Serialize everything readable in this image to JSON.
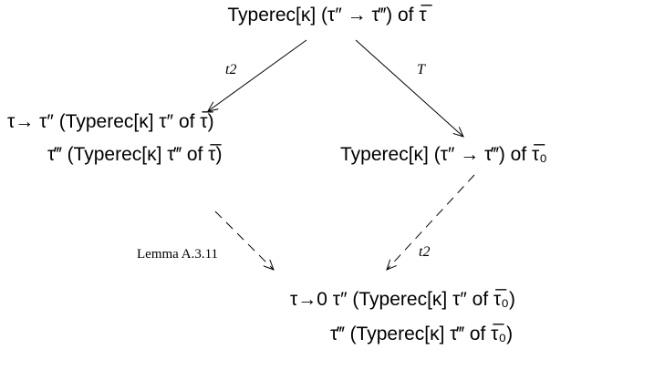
{
  "nodes": {
    "top": "Typerec[κ] (τ″ → τ‴) of τ̅",
    "left_line1": "τ→ τ″ (Typerec[κ] τ″ of τ̅)",
    "left_line2": "τ‴ (Typerec[κ] τ‴ of τ̅)",
    "right": "Typerec[κ] (τ″ → τ‴) of τ̅₀",
    "bottom_line1": "τ→0 τ″ (Typerec[κ] τ″ of τ̅₀)",
    "bottom_line2": "τ‴ (Typerec[κ] τ‴ of τ̅₀)"
  },
  "edges": {
    "top_to_left": "t2",
    "top_to_right": "T",
    "left_to_bottom": "Lemma A.3.11",
    "right_to_bottom": "t2"
  },
  "colors": {
    "ink": "#000000",
    "background": "#ffffff"
  }
}
